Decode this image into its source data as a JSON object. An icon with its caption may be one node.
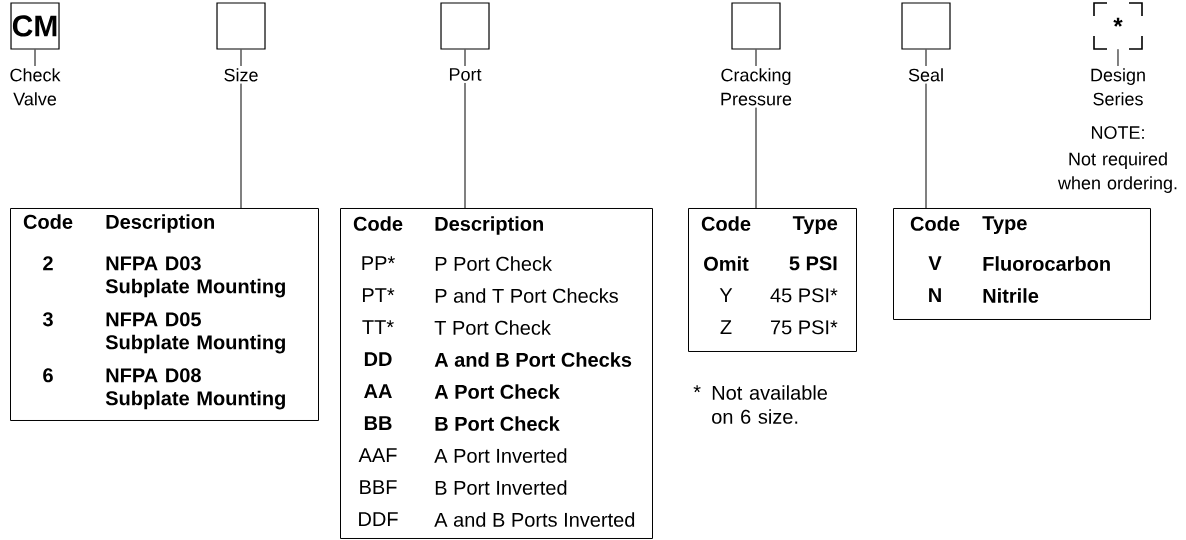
{
  "diagram": {
    "nodes": [
      {
        "text": [
          "CM"
        ]
      },
      {
        "text": [
          "Check Valve"
        ]
      },
      {
        "text": [],
        "shape": "box"
      },
      {
        "text": [
          "Size"
        ]
      },
      {
        "text": [],
        "shape": "box"
      },
      {
        "text": [
          "Port"
        ]
      },
      {
        "text": [],
        "shape": "box"
      },
      {
        "text": [
          "Cracking Pressure"
        ]
      },
      {
        "text": [],
        "shape": "box"
      },
      {
        "text": [
          "Seal"
        ]
      },
      {
        "text": [
          "*"
        ]
      },
      {
        "text": [
          "Design Series"
        ]
      },
      {
        "text": [
          "Code",
          "Description",
          "**2**",
          "**NFPA D03 Subplate Mounting**",
          "**3**",
          "**NFPA D05 Subplate Mounting**",
          "**6**",
          "**NFPA D08 Subplate Mounting**"
        ]
      },
      {
        "text": [
          "Code",
          "Description",
          "PP*",
          "P Port Check",
          "PT*",
          "P and T Port Checks",
          "TT*",
          "T Port Check",
          "**DD**",
          "**A and B Port Checks**",
          "**AA**",
          "**A Port Check**",
          "**BB**",
          "**B Port Check**",
          "AAF",
          "A Port Inverted",
          "BBF",
          "B Port Inverted",
          "DDF",
          "A and B Ports Inverted"
        ]
      },
      {
        "text": [
          "Code",
          "Type",
          "**Omit**",
          "**5 PSI**",
          "Y",
          "45 PSI*",
          "Z",
          "75 PSI*"
        ]
      },
      {
        "text": [
          "Code",
          "Type",
          "**V**",
          "**Fluorocarbon**",
          "**N**",
          "**Nitrile**"
        ]
      }
    ],
    "edges": [
      {
        "from": 0,
        "to": 1,
        "arrow": "none"
      },
      {
        "from": 2,
        "to": 3,
        "arrow": "none"
      },
      {
        "from": 3,
        "to": 12,
        "arrow": "none"
      },
      {
        "from": 4,
        "to": 5,
        "arrow": "none"
      },
      {
        "from": 5,
        "to": 13,
        "arrow": "none"
      },
      {
        "from": 6,
        "to": 7,
        "arrow": "none"
      },
      {
        "from": 7,
        "to": 14,
        "arrow": "none"
      },
      {
        "from": 8,
        "to": 9,
        "arrow": "none"
      },
      {
        "from": 9,
        "to": 15,
        "arrow": "none"
      },
      {
        "from": 10,
        "to": 11,
        "arrow": "none"
      }
    ],
    "labels": [
      "NOTE:",
      "Not required when ordering.",
      "*",
      "Not available on 6 size."
    ]
  }
}
